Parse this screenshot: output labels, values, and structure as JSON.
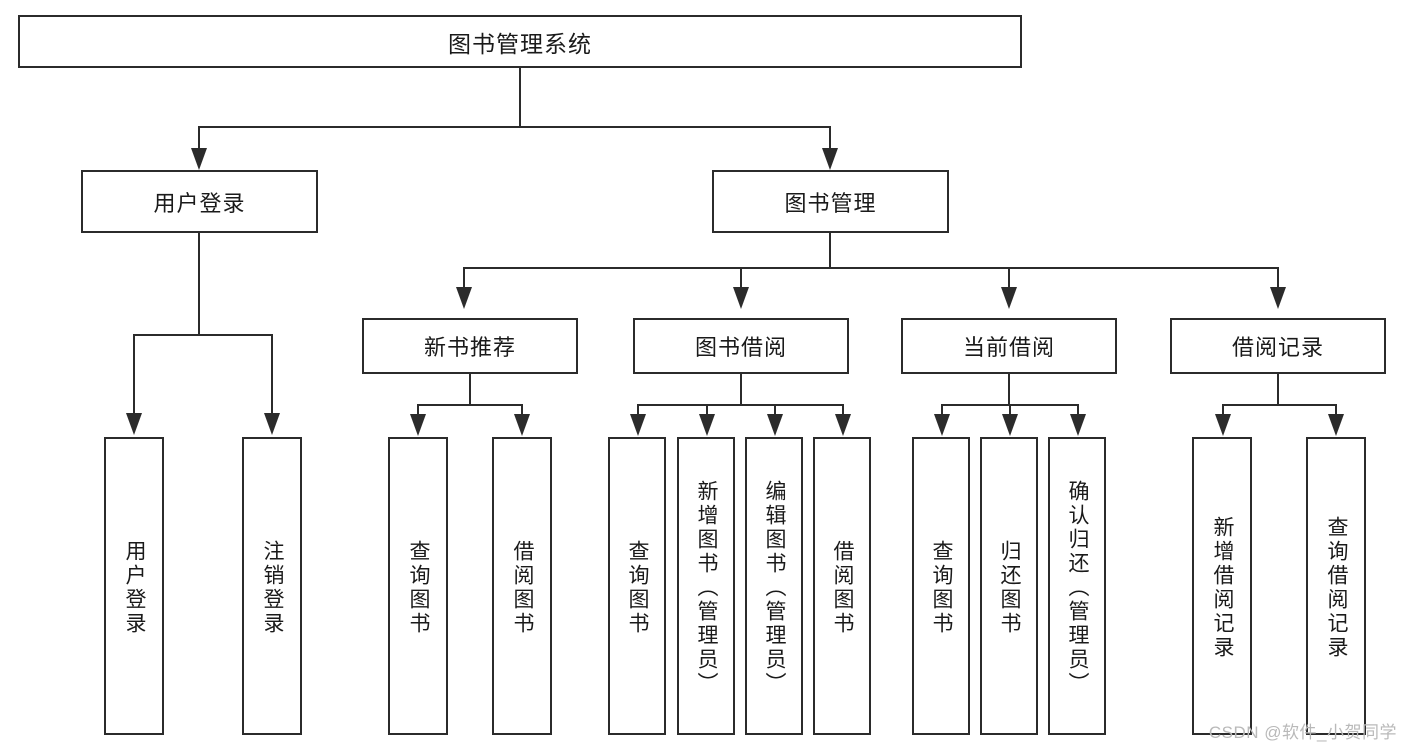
{
  "diagram": {
    "type": "tree-hierarchy",
    "title": "图书管理系统",
    "orientation": "top-down",
    "watermark": "CSDN @软件_小贺同学",
    "colors": {
      "box_border": "#2b2b2b",
      "box_fill": "#ffffff",
      "connector": "#2b2b2b",
      "text": "#1a1a1a",
      "watermark": "#b9b9b9"
    },
    "root": {
      "id": "root",
      "label": "图书管理系统"
    },
    "level2": [
      {
        "id": "user-login",
        "label": "用户登录"
      },
      {
        "id": "book-manage",
        "label": "图书管理"
      }
    ],
    "level3": [
      {
        "id": "new-book-recommend",
        "label": "新书推荐"
      },
      {
        "id": "book-borrow",
        "label": "图书借阅"
      },
      {
        "id": "current-borrow",
        "label": "当前借阅"
      },
      {
        "id": "borrow-record",
        "label": "借阅记录"
      }
    ],
    "leaves": {
      "user_login": [
        {
          "id": "leaf-user-login",
          "label": "用户登录"
        },
        {
          "id": "leaf-logout-login",
          "label": "注销登录"
        }
      ],
      "new_book_recommend": [
        {
          "id": "leaf-query-book-1",
          "label": "查询图书"
        },
        {
          "id": "leaf-borrow-book-1",
          "label": "借阅图书"
        }
      ],
      "book_borrow": [
        {
          "id": "leaf-query-book-2",
          "label": "查询图书"
        },
        {
          "id": "leaf-add-book",
          "label": "新增图书（管理员）"
        },
        {
          "id": "leaf-edit-book",
          "label": "编辑图书（管理员）"
        },
        {
          "id": "leaf-borrow-book-2",
          "label": "借阅图书"
        }
      ],
      "current_borrow": [
        {
          "id": "leaf-query-book-3",
          "label": "查询图书"
        },
        {
          "id": "leaf-return-book",
          "label": "归还图书"
        },
        {
          "id": "leaf-confirm-return",
          "label": "确认归还（管理员）"
        }
      ],
      "borrow_record": [
        {
          "id": "leaf-add-record",
          "label": "新增借阅记录"
        },
        {
          "id": "leaf-query-record",
          "label": "查询借阅记录"
        }
      ]
    }
  }
}
